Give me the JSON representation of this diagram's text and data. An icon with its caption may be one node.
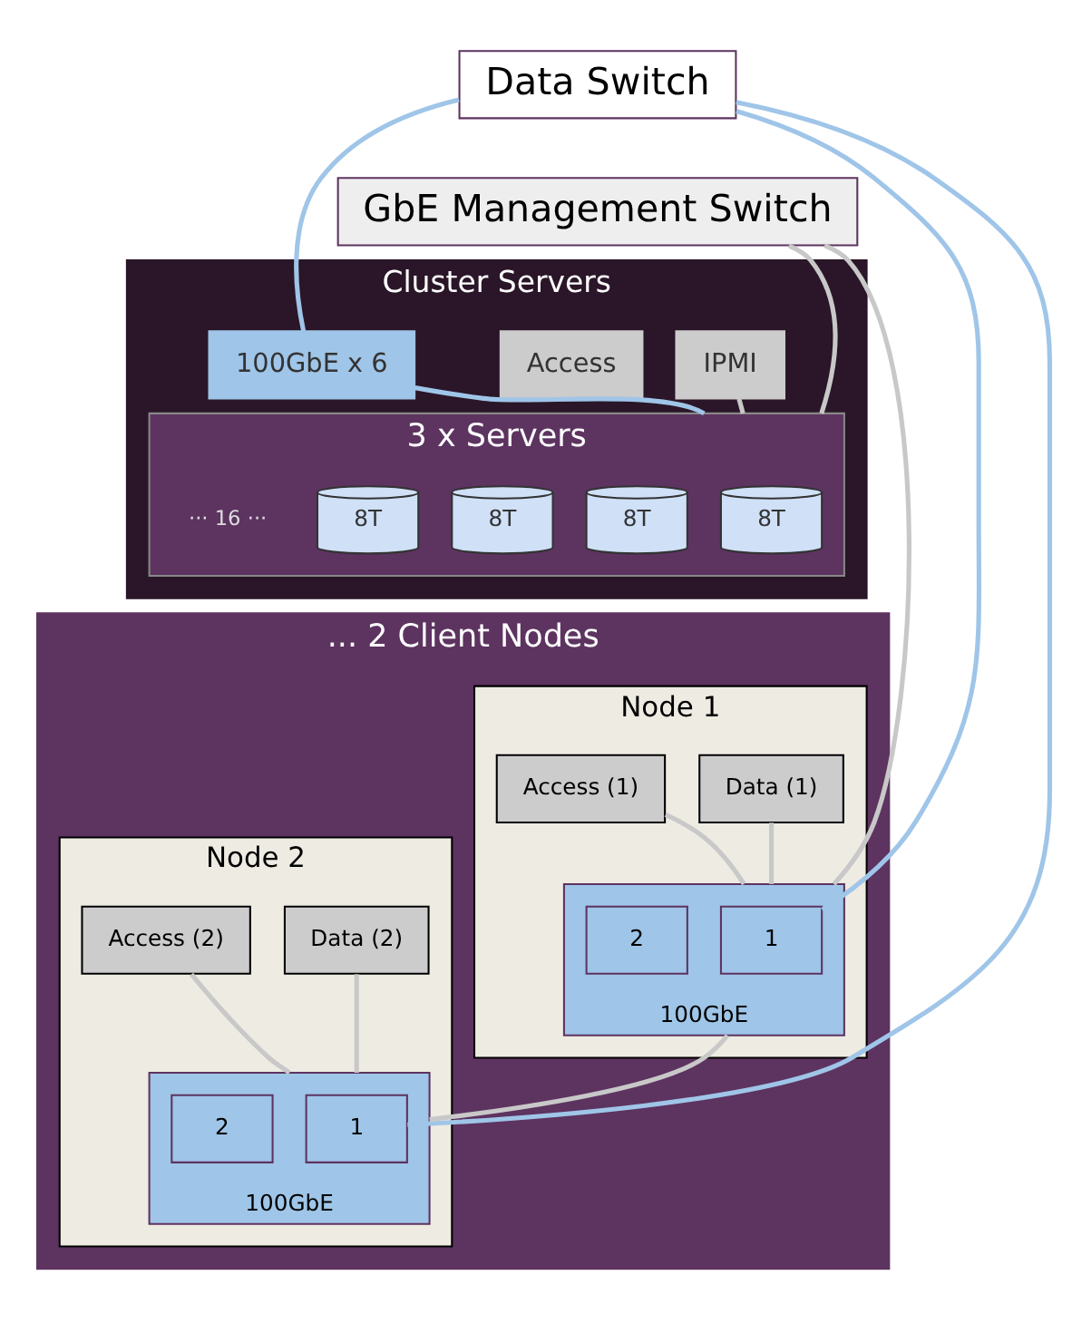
{
  "diagram": {
    "nodes": [
      {
        "text": [
          "Data Switch"
        ]
      },
      {
        "text": [
          "GbE Management Switch"
        ]
      },
      {
        "text": [
          "Cluster Servers"
        ]
      },
      {
        "text": [
          "IPMI"
        ],
        "in": 2
      },
      {
        "text": [
          "Access"
        ],
        "in": 2
      },
      {
        "text": [
          "100GbE x 6"
        ],
        "in": 2
      },
      {
        "text": [
          "3 x Servers"
        ],
        "in": 2
      },
      {
        "text": [
          "8T"
        ],
        "in": 6
      },
      {
        "text": [
          "8T"
        ],
        "in": 6
      },
      {
        "text": [
          "8T"
        ],
        "in": 6
      },
      {
        "text": [
          "8T"
        ],
        "in": 6
      },
      {
        "text": [
          "... 2 Client Nodes"
        ]
      },
      {
        "text": [
          "Node 1"
        ],
        "in": 11
      },
      {
        "text": [
          "Data (1)"
        ],
        "in": 12
      },
      {
        "text": [
          "Access (1)"
        ],
        "in": 12
      },
      {
        "text": [
          "100GbE"
        ],
        "in": 12
      },
      {
        "text": [
          "1"
        ],
        "in": 15
      },
      {
        "text": [
          "2"
        ],
        "in": 15
      },
      {
        "text": [
          "Node 2"
        ],
        "in": 11
      },
      {
        "text": [
          "Data (2)"
        ],
        "in": 18
      },
      {
        "text": [
          "Access (2)"
        ],
        "in": 18
      },
      {
        "text": [
          "100GbE"
        ],
        "in": 18
      },
      {
        "text": [
          "1"
        ],
        "in": 21
      },
      {
        "text": [
          "2"
        ],
        "in": 21
      }
    ],
    "edges": [
      {
        "from": 0,
        "to": 5,
        "arrow": "none",
        "color": "#9fc5e8"
      },
      {
        "from": 5,
        "to": 6,
        "arrow": "none",
        "color": "#9fc5e8"
      },
      {
        "from": 1,
        "to": 6,
        "arrow": "none"
      },
      {
        "from": 3,
        "to": 6,
        "arrow": "none"
      },
      {
        "from": 1,
        "to": 15,
        "arrow": "none"
      },
      {
        "from": 13,
        "to": 15,
        "arrow": "none"
      },
      {
        "from": 14,
        "to": 15,
        "arrow": "none"
      },
      {
        "from": 15,
        "to": 21,
        "arrow": "none"
      },
      {
        "from": 19,
        "to": 21,
        "arrow": "none"
      },
      {
        "from": 20,
        "to": 21,
        "arrow": "none"
      },
      {
        "from": 0,
        "to": 16,
        "arrow": "none",
        "color": "#9fc5e8"
      },
      {
        "from": 0,
        "to": 22,
        "arrow": "none",
        "color": "#9fc5e8"
      }
    ],
    "labels": [
      "··· 16 ···"
    ]
  }
}
